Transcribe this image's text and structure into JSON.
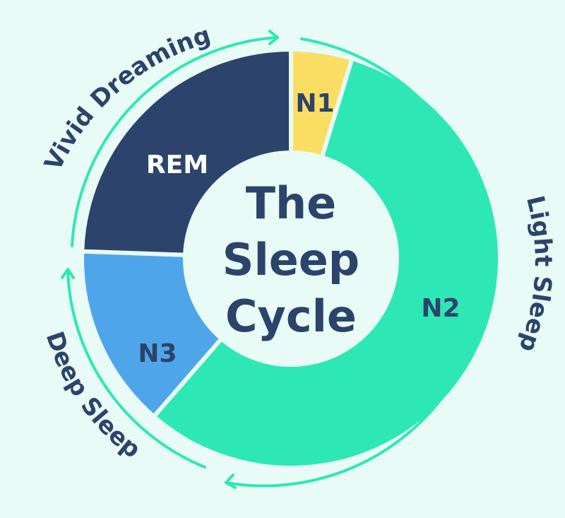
{
  "title_lines": [
    "The",
    "Sleep",
    "Cycle"
  ],
  "segments": [
    {
      "label": "N1",
      "color": "#fadd63",
      "label_color": "#2c446b"
    },
    {
      "label": "N2",
      "color": "#2de8b5",
      "label_color": "#2c446b"
    },
    {
      "label": "N3",
      "color": "#4fa5ea",
      "label_color": "#2c446b"
    },
    {
      "label": "REM",
      "color": "#2c446b",
      "label_color": "#ffffff"
    }
  ],
  "ring_labels": {
    "vivid": "Vivid Dreaming",
    "light": "Light Sleep",
    "deep": "Deep Sleep"
  },
  "colors": {
    "background": "#e9fbf6",
    "center": "#e9fbf6",
    "arrow": "#2de8b5",
    "text": "#2c446b"
  }
}
